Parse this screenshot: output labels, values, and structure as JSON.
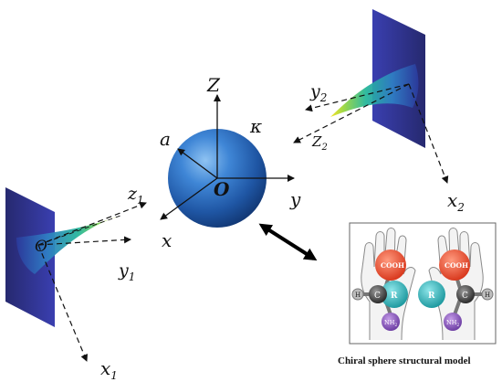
{
  "figure": {
    "center_axes": {
      "z": "Z",
      "y": "y",
      "x": "x",
      "origin": "O",
      "radius": "a",
      "kappa": "κ"
    },
    "left_beam": {
      "z": "z",
      "z_sub": "1",
      "y": "y",
      "y_sub": "1",
      "x": "x",
      "x_sub": "1",
      "origin": "O"
    },
    "right_beam": {
      "y": "y",
      "y_sub": "2",
      "z": "Z",
      "z_sub": "2",
      "x": "x",
      "x_sub": "2"
    },
    "model": {
      "caption": "Chiral sphere structural model",
      "left_group": "COOH",
      "right_group": "COOH",
      "center_left": "R",
      "center_right": "R",
      "carbon": "C",
      "hydrogen": "H",
      "amine": "NH",
      "amine_sub": "2"
    }
  },
  "colors": {
    "sphere": "#1f5fae",
    "plane": "#2a2e9a",
    "cooh": "#e8543a",
    "r_atom": "#33b3b8",
    "nh2": "#8a5bb8",
    "carbon": "#444444"
  }
}
